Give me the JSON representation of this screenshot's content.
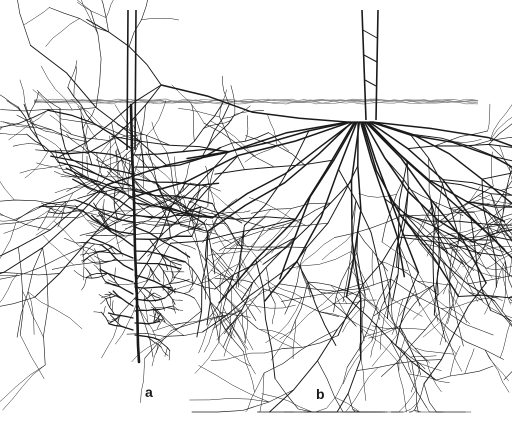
{
  "figure": {
    "panels": [
      {
        "label": "a",
        "root_system": "taproot"
      },
      {
        "label": "b",
        "root_system": "fibrous"
      }
    ],
    "caption_fragment": "",
    "colors": {
      "ink": "#1a1a1a",
      "soil": "#8a8a8a",
      "background": "#ffffff"
    }
  }
}
